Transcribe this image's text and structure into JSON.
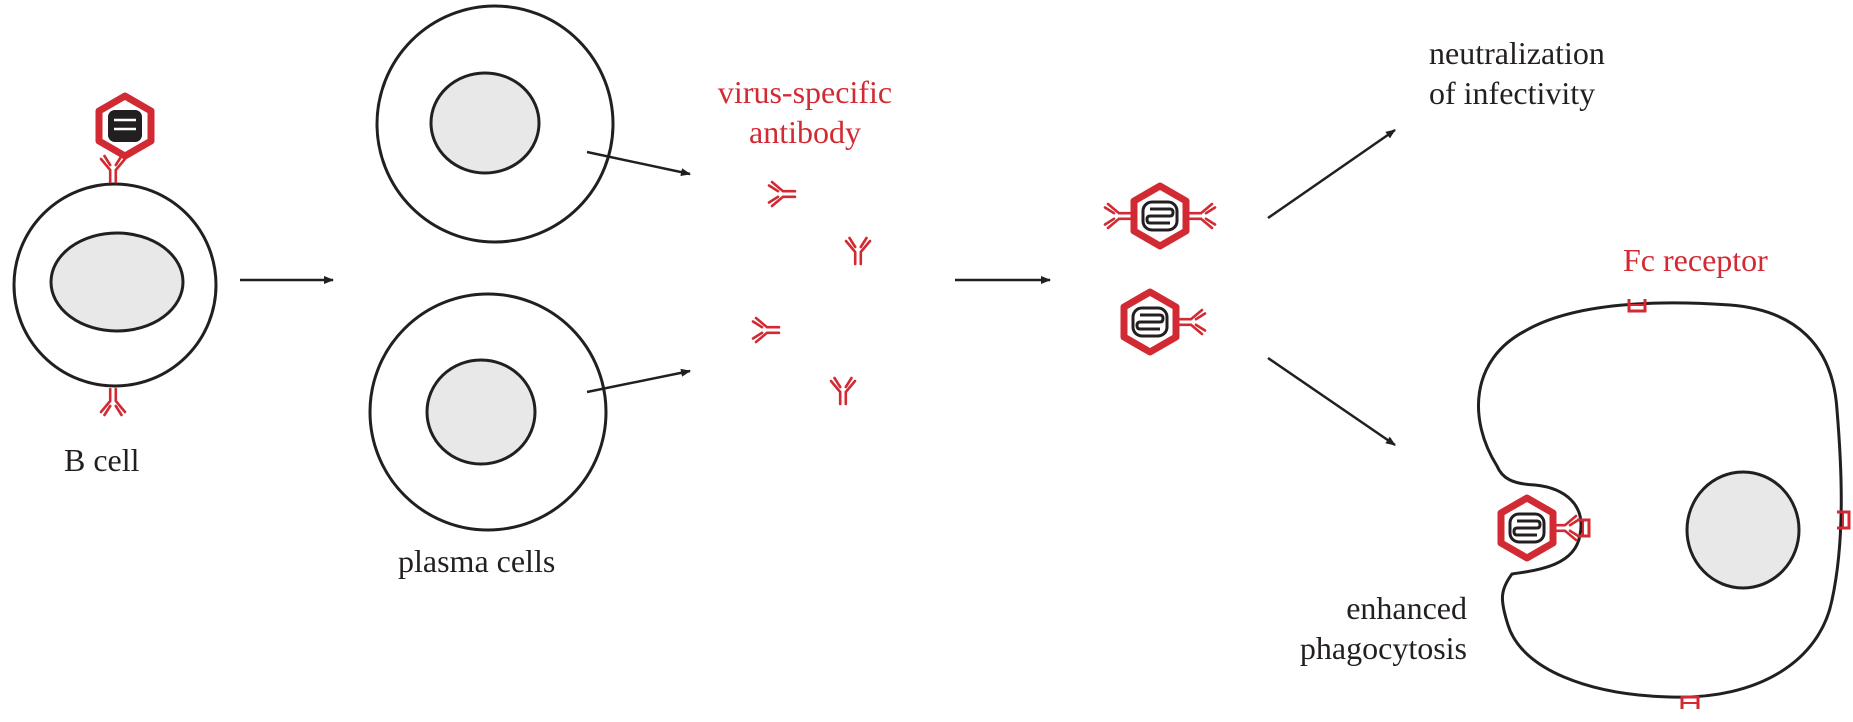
{
  "labels": {
    "b_cell": "B cell",
    "plasma_cells": "plasma cells",
    "virus_specific_antibody": [
      "virus-specific",
      "antibody"
    ],
    "neutralization": [
      "neutralization",
      "of infectivity"
    ],
    "fc_receptor": "Fc receptor",
    "enhanced_phagocytosis": [
      "enhanced",
      "phagocytosis"
    ]
  },
  "colors": {
    "accent_red": "#d22a33",
    "outline": "#231f20",
    "nucleus_fill": "#e8e8e8",
    "background": "#ffffff"
  }
}
